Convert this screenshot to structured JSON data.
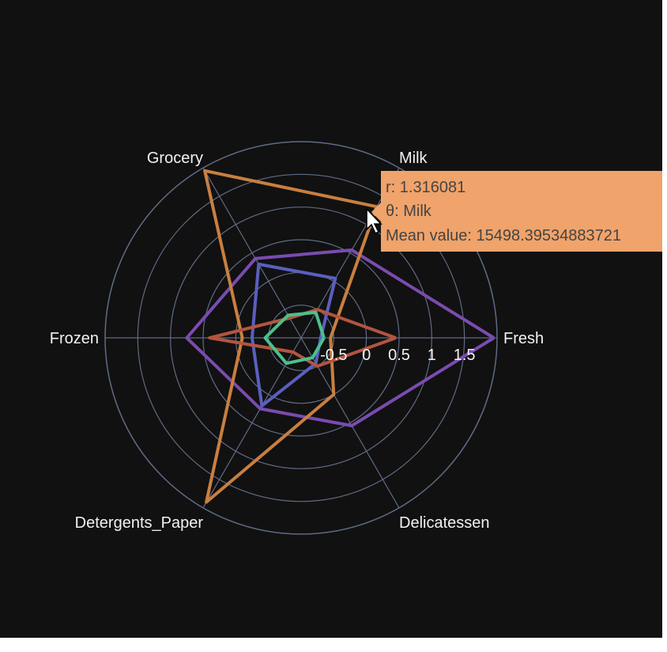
{
  "chart_data": {
    "type": "radar",
    "theta": [
      "Fresh",
      "Milk",
      "Grocery",
      "Frozen",
      "Detergents_Paper",
      "Delicatessen"
    ],
    "radial_ticks": [
      "-0.5",
      "0",
      "0.5",
      "1",
      "1.5"
    ],
    "radial_tick_values": [
      -0.5,
      0,
      0.5,
      1,
      1.5
    ],
    "rrange": [
      -1.0,
      2.0
    ],
    "series": [
      {
        "color": "#7b4bb0",
        "values": [
          1.95,
          0.55,
          0.4,
          0.75,
          0.25,
          0.55
        ]
      },
      {
        "color": "#c97f40",
        "values": [
          -0.55,
          1.316081,
          1.95,
          -0.1,
          1.9,
          0.0
        ]
      },
      {
        "color": "#5a5fc0",
        "values": [
          -0.7,
          0.05,
          0.3,
          -0.25,
          0.2,
          -0.55
        ]
      },
      {
        "color": "#b25540",
        "values": [
          0.45,
          -0.5,
          -0.65,
          0.4,
          -0.75,
          -0.5
        ]
      },
      {
        "color": "#4cc08a",
        "values": [
          -0.65,
          -0.55,
          -0.6,
          -0.45,
          -0.55,
          -0.65
        ]
      }
    ],
    "grid": true,
    "theme": "dark"
  },
  "tooltip": {
    "r_line": "r: 1.316081",
    "theta_line": "θ: Milk",
    "mean_line": "Mean value: 15498.39534883721"
  }
}
